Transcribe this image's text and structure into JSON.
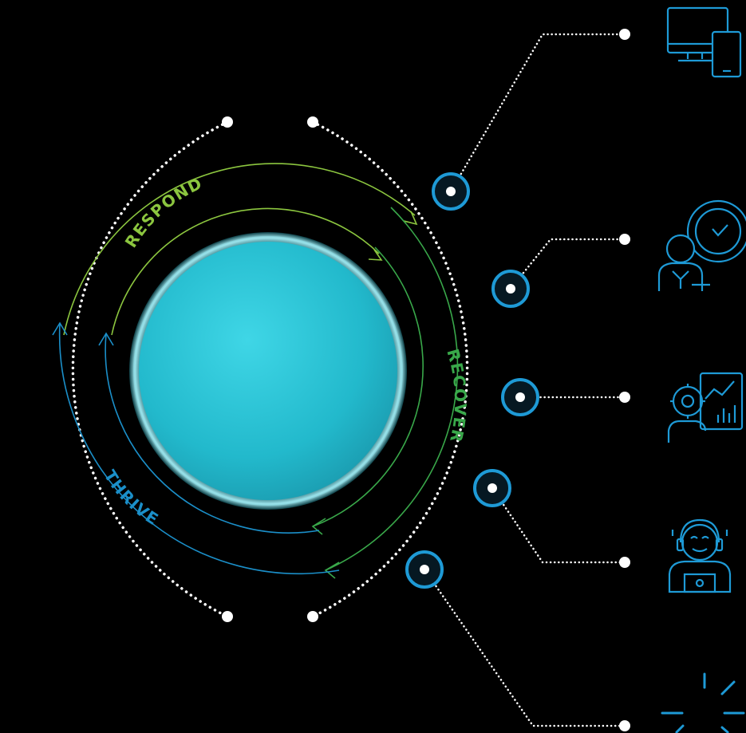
{
  "labels": {
    "respond": "RESPOND",
    "recover": "RECOVER",
    "thrive": "THRIVE"
  },
  "colors": {
    "background": "#000000",
    "respond": "#8cc63f",
    "recover": "#39a84a",
    "thrive": "#1b8fc9",
    "node_ring": "#1e9ad6",
    "icon_stroke": "#1e9ad6",
    "dots": "#ffffff",
    "center_disc": "#2ec4d6"
  },
  "icons": [
    "devices-icon",
    "clock-person-icon",
    "gear-analytics-icon",
    "support-agent-icon",
    "sparkle-icon"
  ]
}
